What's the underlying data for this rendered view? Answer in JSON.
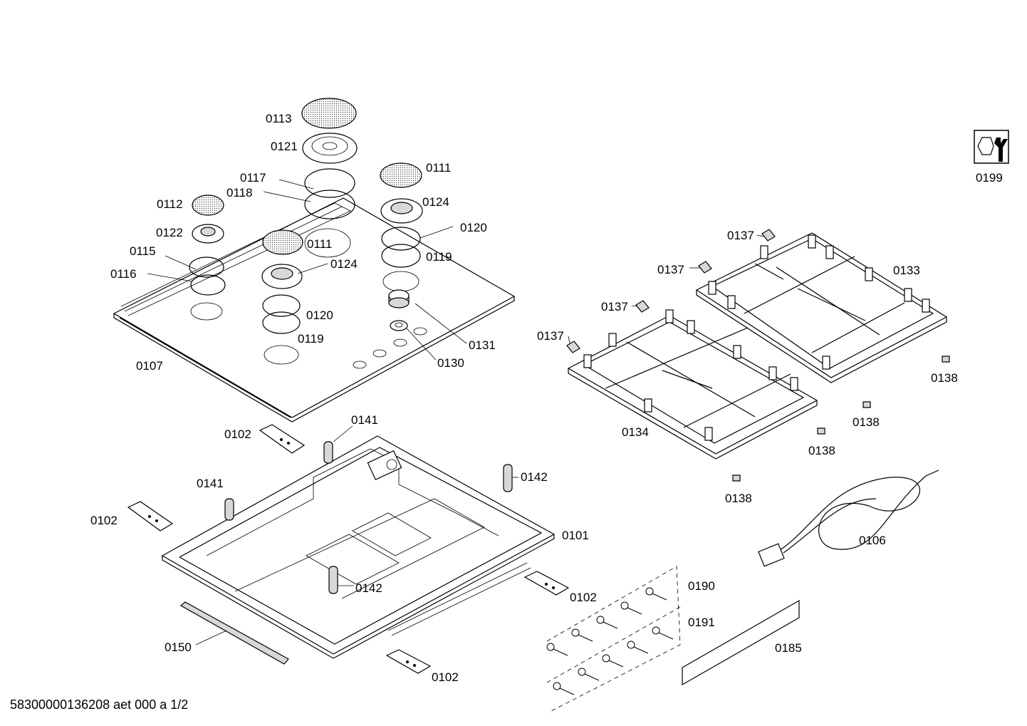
{
  "document_id": "58300000136208 aet 000 a 1/2",
  "parts": {
    "p0113": "0113",
    "p0121": "0121",
    "p0117": "0117",
    "p0118": "0118",
    "p0111a": "0111",
    "p0111b": "0111",
    "p0112": "0112",
    "p0124a": "0124",
    "p0124b": "0124",
    "p0122": "0122",
    "p0120a": "0120",
    "p0120b": "0120",
    "p0119a": "0119",
    "p0119b": "0119",
    "p0115": "0115",
    "p0116": "0116",
    "p0131": "0131",
    "p0130": "0130",
    "p0107": "0107",
    "p0199": "0199",
    "p0137a": "0137",
    "p0137b": "0137",
    "p0137c": "0137",
    "p0137d": "0137",
    "p0133": "0133",
    "p0134": "0134",
    "p0138a": "0138",
    "p0138b": "0138",
    "p0138c": "0138",
    "p0138d": "0138",
    "p0102a": "0102",
    "p0102b": "0102",
    "p0102c": "0102",
    "p0102d": "0102",
    "p0141a": "0141",
    "p0141b": "0141",
    "p0142a": "0142",
    "p0142b": "0142",
    "p0101": "0101",
    "p0106": "0106",
    "p0190": "0190",
    "p0191": "0191",
    "p0185": "0185",
    "p0150": "0150"
  }
}
